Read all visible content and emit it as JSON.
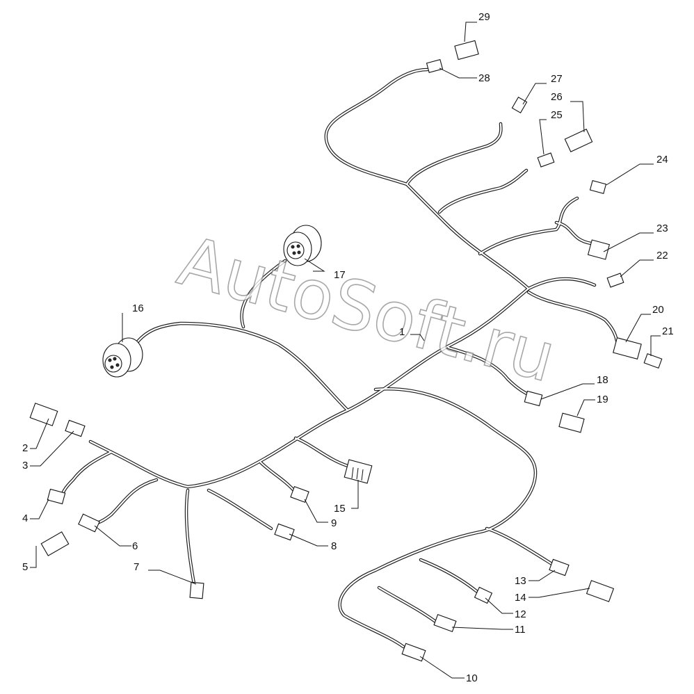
{
  "watermark": "AutoSoft.ru",
  "callouts": {
    "c1": "1",
    "c2": "2",
    "c3": "3",
    "c4": "4",
    "c5": "5",
    "c6": "6",
    "c7": "7",
    "c8": "8",
    "c9": "9",
    "c10": "10",
    "c11": "11",
    "c12": "12",
    "c13": "13",
    "c14": "14",
    "c15": "15",
    "c16": "16",
    "c17": "17",
    "c18": "18",
    "c19": "19",
    "c20": "20",
    "c21": "21",
    "c22": "22",
    "c23": "23",
    "c24": "24",
    "c25": "25",
    "c26": "26",
    "c27": "27",
    "c28": "28",
    "c29": "29"
  }
}
